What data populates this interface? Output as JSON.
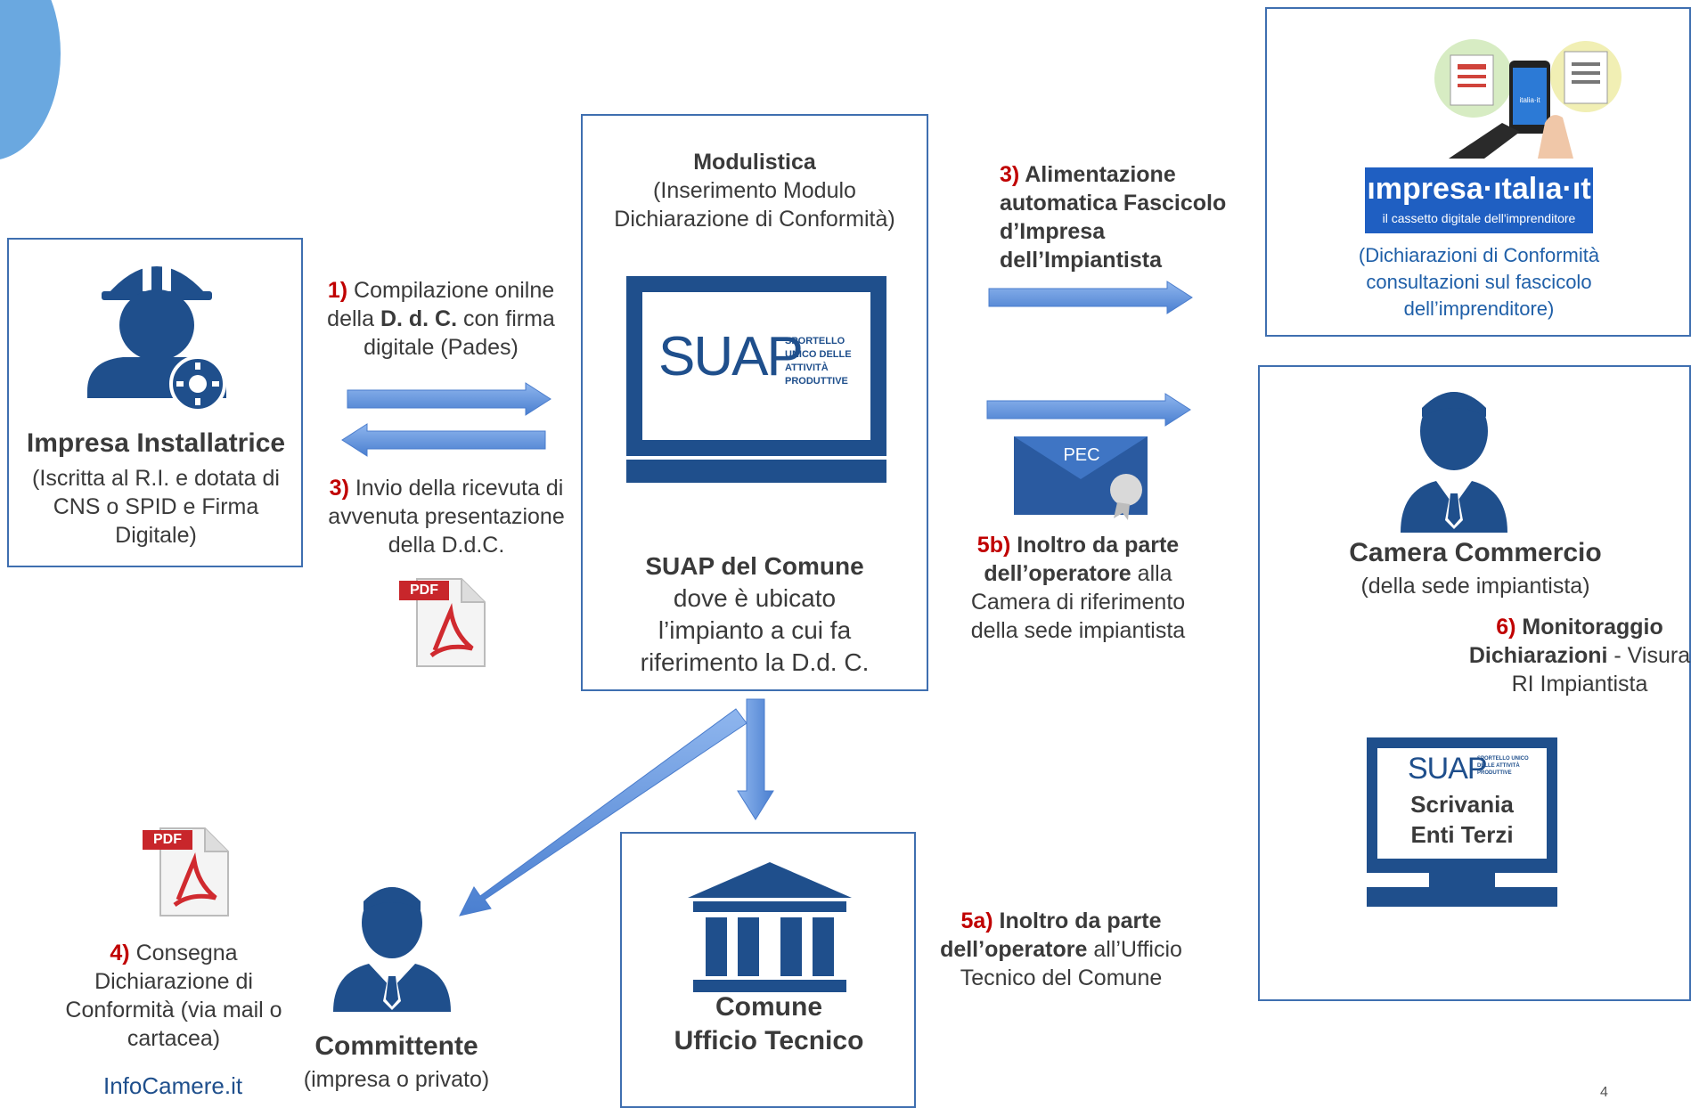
{
  "impresa": {
    "title": "Impresa Installatrice",
    "desc": "(Iscritta al R.I. e dotata di CNS o SPID e Firma Digitale)"
  },
  "step1": {
    "num": "1)",
    "pre": " Compilazione onilne della ",
    "bold": "D. d. C.",
    "post": " con firma digitale (Pades)"
  },
  "step3_receipt": {
    "num": "3)",
    "text": " Invio della ricevuta di avvenuta presentazione della D.d.C."
  },
  "suap_box": {
    "heading": "Modulistica",
    "sub": "(Inserimento Modulo Dichiarazione di Conformità)",
    "logo_text": "SUAP",
    "logo_sub": "SPORTELLO UNICO DELLE ATTIVITÀ PRODUTTIVE",
    "title": "SUAP del Comune",
    "desc": "dove è ubicato l’impianto a cui fa riferimento la D.d. C."
  },
  "step3_fascicolo": {
    "num": "3)",
    "text": " Alimentazione automatica Fascicolo d’Impresa dell’Impiantista"
  },
  "impresa_italia": {
    "logo": "ımpresa·ıtalıa·ıt",
    "tagline": "il cassetto digitale dell'imprenditore",
    "phone_label": "italia·it",
    "desc": "(Dichiarazioni di Conformità consultazioni sul fascicolo dell’imprenditore)"
  },
  "pec_label": "PEC",
  "step5b": {
    "num": "5b)",
    "bold": " Inoltro da parte dell’operatore",
    "text": "  alla Camera di riferimento della sede impiantista"
  },
  "camera": {
    "title": "Camera Commercio",
    "desc": "(della sede impiantista)"
  },
  "step6": {
    "num": "6)",
    "bold": " Monitoraggio Dichiarazioni",
    "text": " - Visura RI Impiantista"
  },
  "scrivania": {
    "logo": "SUAP",
    "logo_sub": "SPORTELLO UNICO DELLE ATTIVITÀ PRODUTTIVE",
    "line1": "Scrivania",
    "line2": "Enti Terzi"
  },
  "pdf_label": "PDF",
  "step4": {
    "num": "4)",
    "text": " Consegna Dichiarazione di Conformità (via mail o cartacea)"
  },
  "committente": {
    "title": "Committente",
    "desc": "(impresa o privato)"
  },
  "comune": {
    "line1": "Comune",
    "line2": "Ufficio Tecnico"
  },
  "step5a": {
    "num": "5a)",
    "bold": " Inoltro da parte dell’operatore",
    "text": " all’Ufficio Tecnico del Comune"
  },
  "footer_logo": "InfoCamere.it",
  "page_number": "4",
  "colors": {
    "border": "#3f6fb0",
    "arrow": "#5b8fd8",
    "dark_blue": "#1f4f8c",
    "red": "#c00000"
  }
}
